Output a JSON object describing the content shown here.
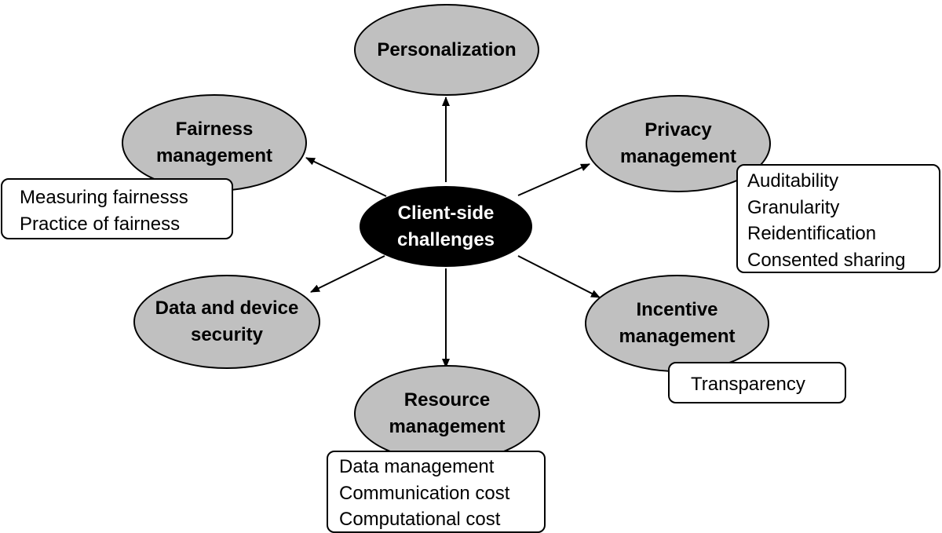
{
  "colors": {
    "node_fill": "#c0c0c0",
    "center_fill": "#000000",
    "center_text": "#ffffff",
    "line": "#000000",
    "box_fill": "#ffffff"
  },
  "center": {
    "line1": "Client-side",
    "line2": "challenges"
  },
  "nodes": {
    "personalization": {
      "line1": "Personalization"
    },
    "fairness": {
      "line1": "Fairness",
      "line2": "management"
    },
    "privacy": {
      "line1": "Privacy",
      "line2": "management"
    },
    "security": {
      "line1": "Data and device",
      "line2": "security"
    },
    "incentive": {
      "line1": "Incentive",
      "line2": "management"
    },
    "resource": {
      "line1": "Resource",
      "line2": "management"
    }
  },
  "boxes": {
    "fairness": [
      "Measuring fairnesss",
      "Practice of fairness"
    ],
    "privacy": [
      "Auditability",
      "Granularity",
      "Reidentification",
      "Consented sharing"
    ],
    "incentive": [
      "Transparency"
    ],
    "resource": [
      "Data management",
      "Communication cost",
      "Computational cost"
    ]
  }
}
